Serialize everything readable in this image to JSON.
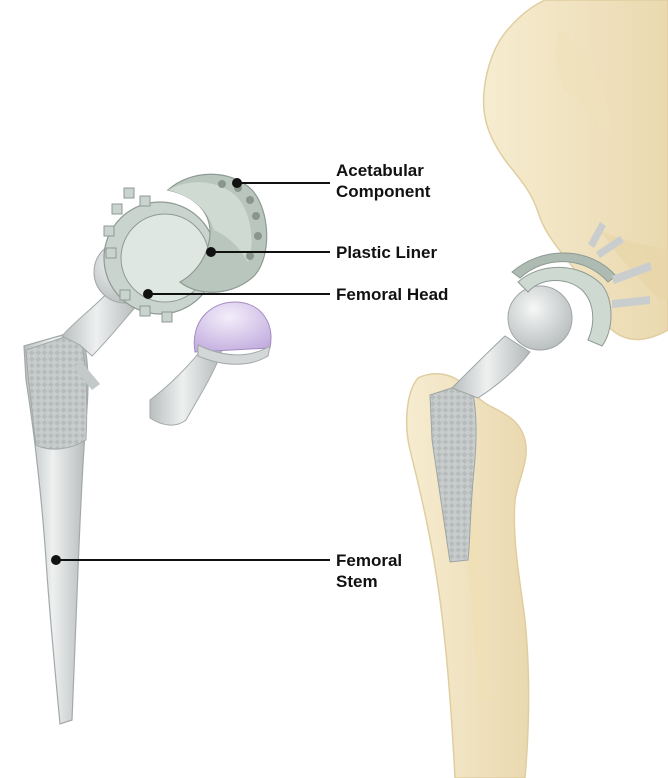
{
  "labels": {
    "acetabular_component": {
      "line1": "Acetabular",
      "line2": "Component"
    },
    "plastic_liner": "Plastic Liner",
    "femoral_head": "Femoral Head",
    "femoral_stem": {
      "line1": "Femoral",
      "line2": "Stem"
    }
  },
  "colors": {
    "bone": "#f3e6c4",
    "bone_shadow": "#e4d2a4",
    "metal": "#d9dcdc",
    "metal_shadow": "#aeb3b3",
    "liner_green": "#c9d8cf",
    "ceramic_head": "#d8c8ea",
    "leader_line": "#111111"
  }
}
